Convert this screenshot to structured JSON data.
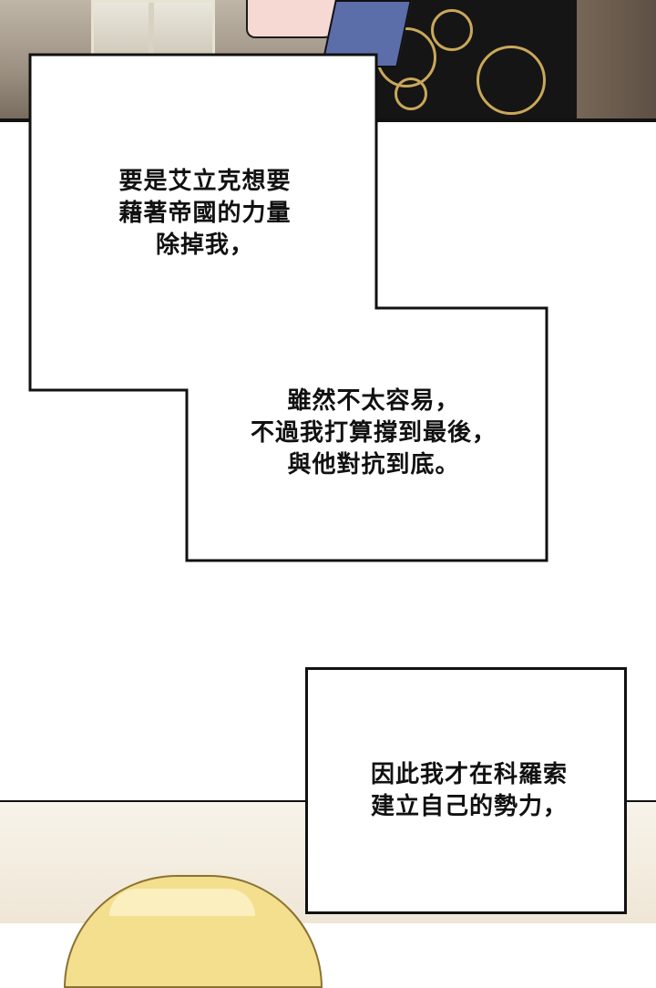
{
  "captions": {
    "box1": {
      "line1": "要是艾立克想要",
      "line2": "藉著帝國的力量",
      "line3": "除掉我，"
    },
    "box2": {
      "line1": "雖然不太容易，",
      "line2": "不過我打算撐到最後，",
      "line3": "與他對抗到底。"
    },
    "box3": {
      "line1": "因此我才在科羅索",
      "line2": "建立自己的勢力，"
    }
  },
  "colors": {
    "panel_border": "#111111",
    "box_fill": "#ffffff",
    "hair": "#f3df8e"
  }
}
